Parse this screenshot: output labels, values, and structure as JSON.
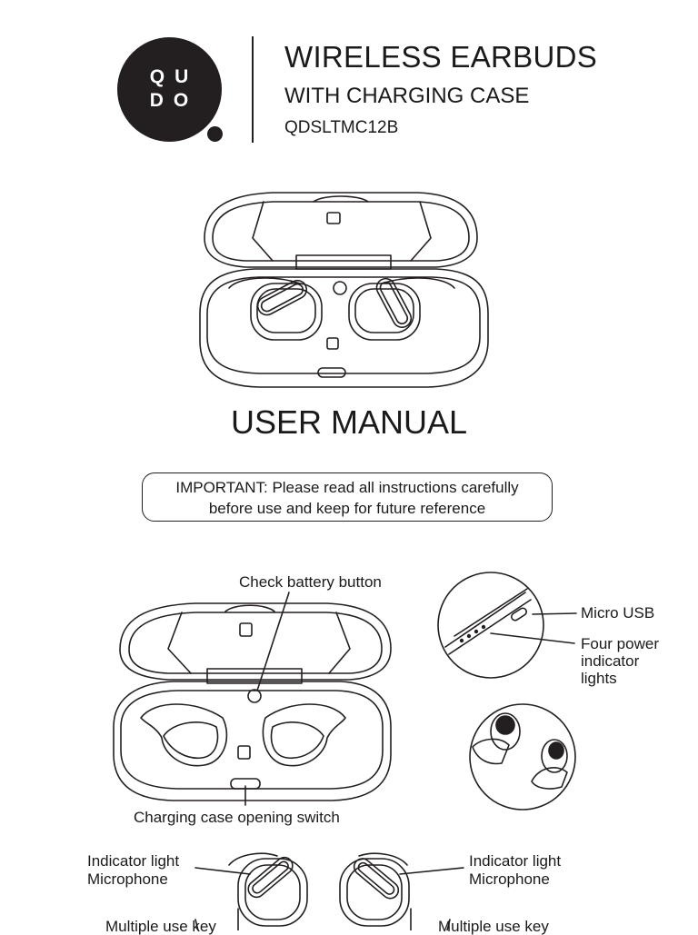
{
  "logo": {
    "line1": "QU",
    "line2": "DO"
  },
  "header": {
    "title": "WIRELESS EARBUDS",
    "subtitle": "WITH CHARGING CASE",
    "model": "QDSLTMC12B"
  },
  "manual_title": "USER MANUAL",
  "notice": {
    "line1": "IMPORTANT: Please read all instructions carefully",
    "line2": "before use and keep for future reference"
  },
  "diagram_labels": {
    "check_battery": "Check battery button",
    "micro_usb": "Micro USB",
    "power_lights_1": "Four power",
    "power_lights_2": "indicator",
    "power_lights_3": "lights",
    "case_switch": "Charging case opening switch",
    "left_indicator": "Indicator light",
    "left_mic": "Microphone",
    "left_key": "Multiple use key",
    "right_indicator": "Indicator light",
    "right_mic": "Microphone",
    "right_key": "Multiple use key"
  }
}
